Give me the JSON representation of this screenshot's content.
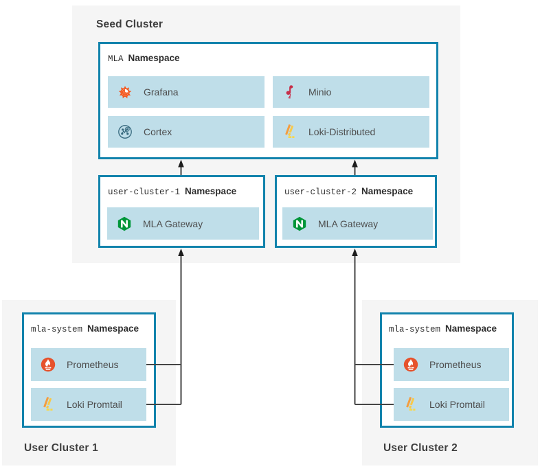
{
  "seed_cluster": {
    "title": "Seed Cluster",
    "mla_namespace": {
      "name": "MLA",
      "type_label": "Namespace",
      "services": [
        {
          "name": "Grafana",
          "icon": "grafana-icon"
        },
        {
          "name": "Minio",
          "icon": "minio-icon"
        },
        {
          "name": "Cortex",
          "icon": "cortex-icon"
        },
        {
          "name": "Loki-Distributed",
          "icon": "loki-icon"
        }
      ]
    },
    "user_namespaces": [
      {
        "name": "user-cluster-1",
        "type_label": "Namespace",
        "services": [
          {
            "name": "MLA Gateway",
            "icon": "nginx-icon"
          }
        ]
      },
      {
        "name": "user-cluster-2",
        "type_label": "Namespace",
        "services": [
          {
            "name": "MLA Gateway",
            "icon": "nginx-icon"
          }
        ]
      }
    ]
  },
  "user_clusters": [
    {
      "title": "User Cluster 1",
      "namespace": {
        "name": "mla-system",
        "type_label": "Namespace",
        "services": [
          {
            "name": "Prometheus",
            "icon": "prometheus-icon"
          },
          {
            "name": "Loki Promtail",
            "icon": "loki-icon"
          }
        ]
      }
    },
    {
      "title": "User Cluster 2",
      "namespace": {
        "name": "mla-system",
        "type_label": "Namespace",
        "services": [
          {
            "name": "Prometheus",
            "icon": "prometheus-icon"
          },
          {
            "name": "Loki Promtail",
            "icon": "loki-icon"
          }
        ]
      }
    }
  ],
  "colors": {
    "namespace_border": "#1283ac",
    "service_box_bg": "#bfdee9",
    "cluster_bg": "#f5f5f5",
    "arrow_line": "#454545",
    "grafana_orange": "#f4581f",
    "minio_red": "#c72e49",
    "cortex_teal": "#35687d",
    "loki_orange": "#f49d3f",
    "loki_yellow": "#f8c94b",
    "nginx_green": "#009639",
    "prometheus_orange": "#e6522c"
  }
}
